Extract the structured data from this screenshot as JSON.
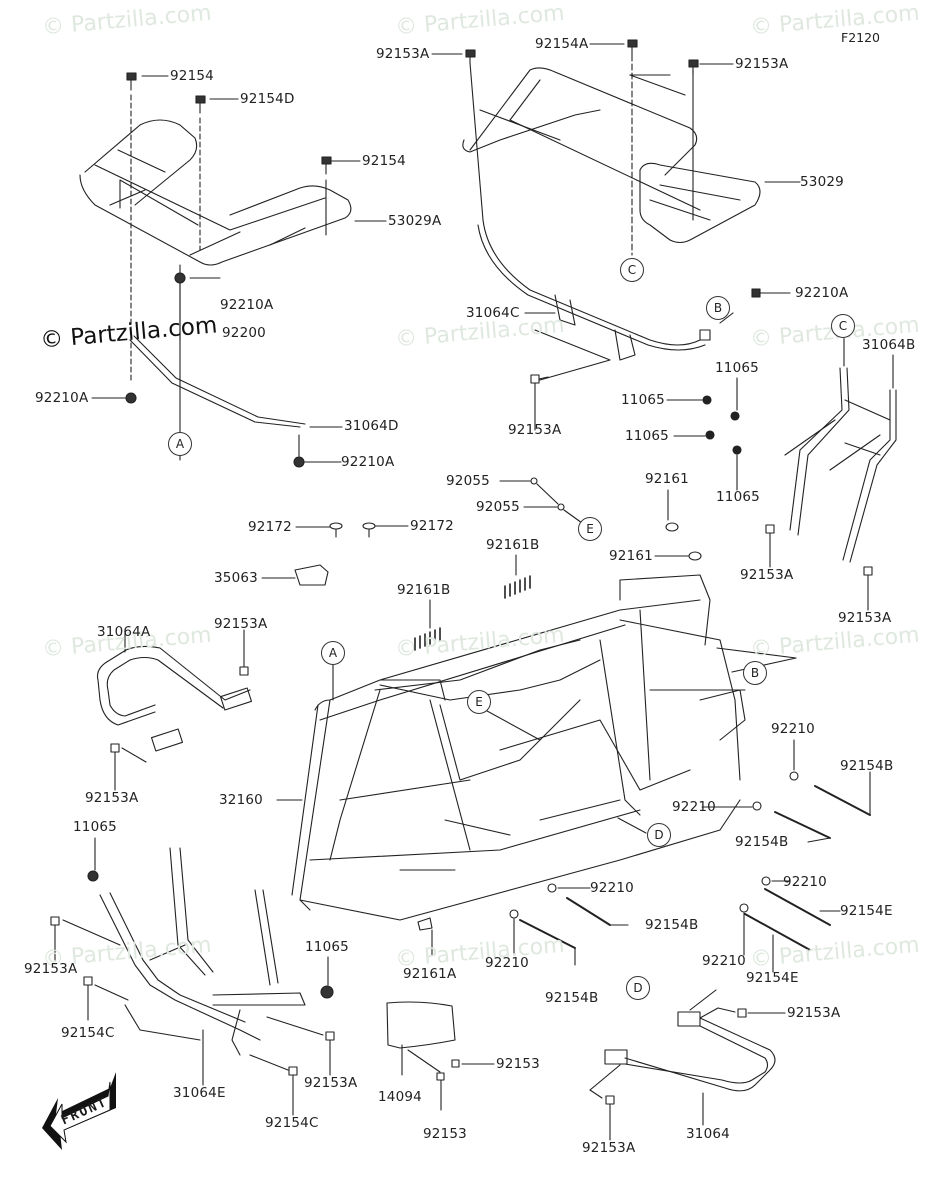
{
  "figure_code": "F2120",
  "watermark": "© Partzilla.com",
  "front_indicator": "FRONT",
  "callouts": [
    "A",
    "B",
    "C",
    "D",
    "E"
  ],
  "labels": {
    "rack_front_bolt_1": "92154",
    "rack_front_bolt_d": "92154D",
    "rack_front_bolt_2": "92154",
    "rack_front": "53029A",
    "rack_rear_bolt_a1": "92153A",
    "rack_rear_bolt_a": "92154A",
    "rack_rear_bolt_a2": "92153A",
    "rack_rear": "53029",
    "nut_92210a_top": "92210A",
    "collar_92200": "92200",
    "nut_92210a_left": "92210A",
    "bracket_31064d": "31064D",
    "nut_92210a_bottom": "92210A",
    "bracket_31064c": "31064C",
    "nut_92210a_right": "92210A",
    "bolt_92153a_mid": "92153A",
    "nut_11065_1": "11065",
    "nut_11065_2": "11065",
    "nut_11065_3": "11065",
    "nut_11065_4": "11065",
    "bracket_31064b": "31064B",
    "bolt_92153a_31064b_left": "92153A",
    "bolt_92153a_31064b_right": "92153A",
    "washer_92055_1": "92055",
    "washer_92055_2": "92055",
    "clip_92172_left": "92172",
    "clip_92172_right": "92172",
    "bracket_35063": "35063",
    "damper_92161b_left": "92161B",
    "damper_92161b_right": "92161B",
    "damper_92161_top": "92161",
    "damper_92161_bottom": "92161",
    "guard_31064a": "31064A",
    "bolt_92153a_31064a_top": "92153A",
    "bolt_92153a_31064a_bottom": "92153A",
    "frame_32160": "32160",
    "nut_11065_left": "11065",
    "nut_92210_1": "92210",
    "bolt_92154b_1": "92154B",
    "nut_92210_2": "92210",
    "bolt_92154b_2": "92154B",
    "nut_92210_3": "92210",
    "bolt_92154b_3": "92154B",
    "nut_92210_4": "92210",
    "bolt_92154b_4": "92154B",
    "nut_92210_5": "92210",
    "bolt_92154e_1": "92154E",
    "nut_92210_6": "92210",
    "bolt_92154e_2": "92154E",
    "bolt_92153a_front_left": "92153A",
    "bolt_92154c_left": "92154C",
    "bracket_31064e": "31064E",
    "bolt_92154c_bottom": "92154C",
    "bolt_92153a_front_right": "92153A",
    "nut_11065_center": "11065",
    "clip_92161a": "92161A",
    "guard_14094": "14094",
    "bolt_92153_1": "92153",
    "bolt_92153_2": "92153",
    "bracket_31064": "31064",
    "bolt_92153a_31064_top": "92153A",
    "bolt_92153a_31064_bottom": "92153A"
  }
}
